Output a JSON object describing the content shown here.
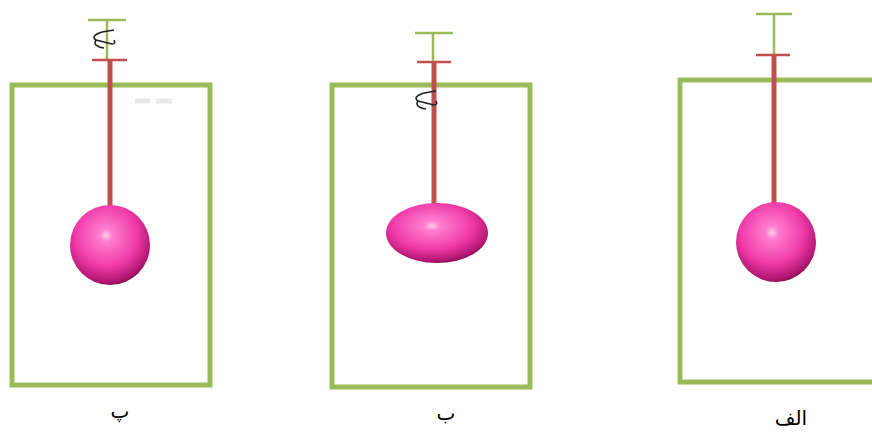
{
  "diagram": {
    "labels": [
      "الف",
      "ب",
      "پ"
    ]
  }
}
